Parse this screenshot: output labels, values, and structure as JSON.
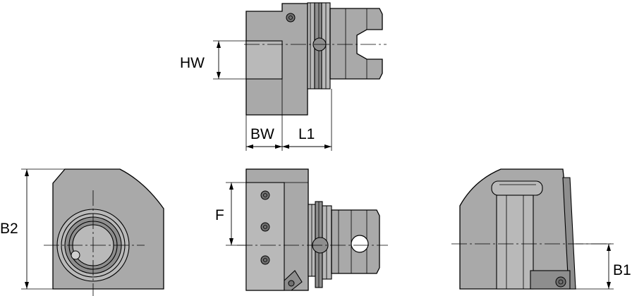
{
  "dimensions": {
    "hw": "HW",
    "bw": "BW",
    "l1": "L1",
    "b2": "B2",
    "f": "F",
    "b1": "B1"
  },
  "colors": {
    "body": "#a9a9a9",
    "body_light": "#b9b9b9",
    "body_dark": "#8e8e8e",
    "line": "#000000",
    "background": "#ffffff"
  }
}
